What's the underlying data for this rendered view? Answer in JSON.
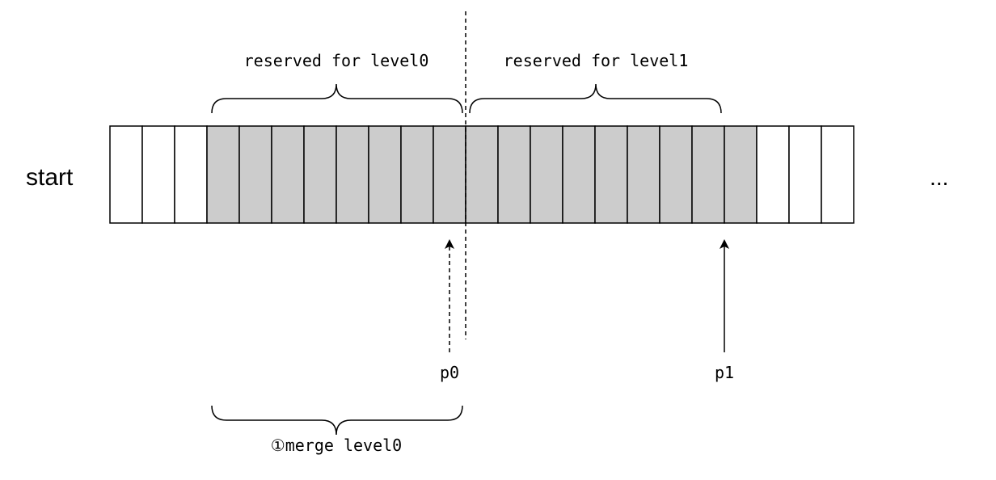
{
  "labels": {
    "start": "start",
    "ellipsis": "...",
    "reserved_level0": "reserved for level0",
    "reserved_level1": "reserved for level1",
    "p0": "p0",
    "p1": "p1",
    "merge_level0": "①merge level0"
  },
  "array": {
    "cell_count": 23,
    "shaded_cells": [
      3,
      4,
      5,
      6,
      7,
      8,
      9,
      10,
      11,
      12,
      13,
      14,
      15,
      16,
      17,
      18,
      19
    ],
    "fill_shaded": "#cccccc",
    "fill_empty": "#ffffff",
    "stroke": "#000000"
  }
}
